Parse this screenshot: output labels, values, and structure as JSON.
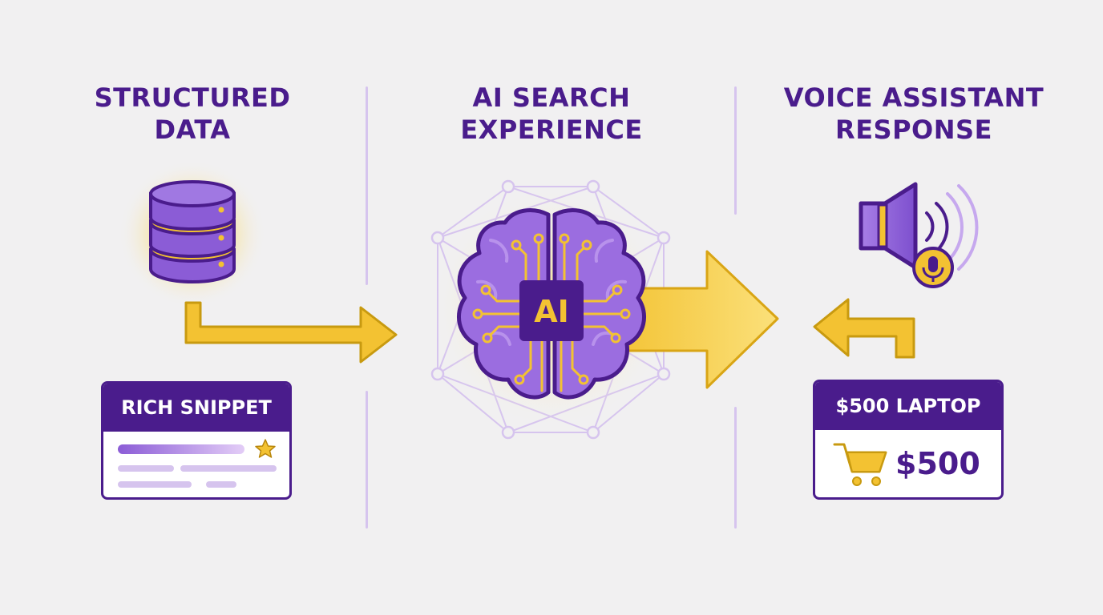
{
  "columns": {
    "left": {
      "heading_line1": "STRUCTURED",
      "heading_line2": "DATA"
    },
    "center": {
      "heading_line1": "AI SEARCH",
      "heading_line2": "EXPERIENCE",
      "chip_label": "AI"
    },
    "right": {
      "heading_line1": "VOICE ASSISTANT",
      "heading_line2": "RESPONSE"
    }
  },
  "rich_snippet_card": {
    "title": "RICH SNIPPET"
  },
  "product_card": {
    "title": "$500 LAPTOP",
    "price": "$500"
  },
  "icons": {
    "database": "database-icon",
    "brain": "brain-circuit-icon",
    "speaker": "speaker-icon",
    "microphone": "microphone-icon",
    "cart": "shopping-cart-icon",
    "star": "star-icon"
  },
  "colors": {
    "purple_dark": "#4a1c8c",
    "purple_mid": "#8b5cd6",
    "purple_light": "#d6c4ee",
    "yellow": "#f3c232",
    "background": "#f1f0f1"
  }
}
